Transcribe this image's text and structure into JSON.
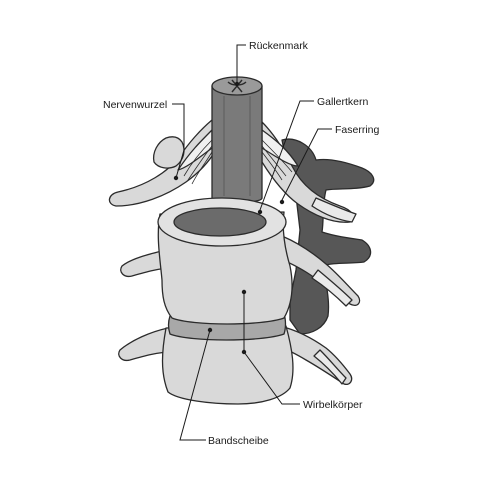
{
  "labels": {
    "rueckenmark": "Rückenmark",
    "nervenwurzel": "Nervenwurzel",
    "gallertkern": "Gallertkern",
    "faserring": "Faserring",
    "wirbelkoerper": "Wirbelkörper",
    "bandscheibe": "Bandscheibe"
  },
  "colors": {
    "bone": "#d9d9d9",
    "bone_light": "#e6e6e6",
    "shadow": "#5a5a5a",
    "nucleus": "#6b6b6b",
    "spinal_cord": "#7a7a7a",
    "disc_ring": "#a8a8a8",
    "outline": "#2b2b2b",
    "text": "#1a1a1a"
  }
}
